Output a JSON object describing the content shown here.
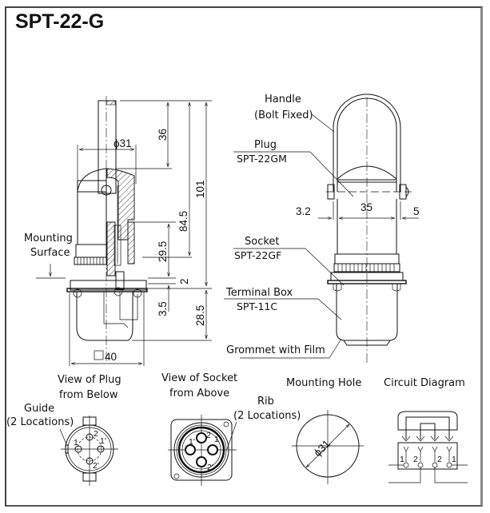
{
  "title": "SPT-22-G",
  "side_view": {
    "dimensions": {
      "plug_height": "36",
      "diameter": "ϕ31",
      "overall_height": "101",
      "height_above_mount": "84.5",
      "socket_engagement": "29.5",
      "flange": "2",
      "below_flange": "3.5",
      "terminal_box_height": "28.5",
      "square_width": "40"
    },
    "labels": {
      "mounting_surface_line1": "Mounting",
      "mounting_surface_line2": "Surface"
    }
  },
  "front_view": {
    "callouts": {
      "handle_line1": "Handle",
      "handle_line2": "(Bolt Fixed)",
      "plug_line1": "Plug",
      "plug_line2": "SPT-22GM",
      "socket_line1": "Socket",
      "socket_line2": "SPT-22GF",
      "terminal_line1": "Terminal Box",
      "terminal_line2": "SPT-11C",
      "grommet": "Grommet with Film"
    },
    "dimensions": {
      "left_gap": "3.2",
      "width": "35",
      "right_gap": "5"
    }
  },
  "plug_view": {
    "title_line1": "View of Plug",
    "title_line2": "from Below",
    "guide_line1": "Guide",
    "guide_line2": "(2 Locations)",
    "pins": [
      "1",
      "2",
      "1'",
      "2'"
    ]
  },
  "socket_view": {
    "title_line1": "View of Socket",
    "title_line2": "from Above",
    "rib_line1": "Rib",
    "rib_line2": "(2 Locations)",
    "pins": [
      "1'",
      "2",
      "1",
      "2'"
    ]
  },
  "mounting_hole": {
    "title": "Mounting Hole",
    "diameter": "ϕ31"
  },
  "circuit_diagram": {
    "title": "Circuit Diagram",
    "terminals": [
      "1",
      "2",
      "2",
      "1"
    ]
  }
}
